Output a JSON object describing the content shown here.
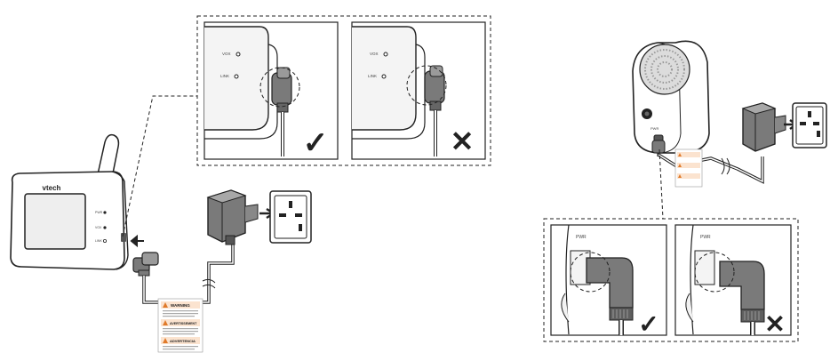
{
  "monitor": {
    "brand": "vtech",
    "indicators": [
      "PWR",
      "VOX",
      "LINK"
    ]
  },
  "camera": {
    "indicator": "PWR"
  },
  "inset_monitor": {
    "labels": [
      "VOX",
      "LINK"
    ],
    "correct_mark": "✓",
    "wrong_mark": "✕"
  },
  "inset_camera": {
    "label": "PWR",
    "correct_mark": "✓",
    "wrong_mark": "✕"
  },
  "warning_tag": {
    "lines": [
      "WARNING",
      "AVERTISSEMENT",
      "ADVERTENCIA"
    ]
  },
  "colors": {
    "line": "#222222",
    "plug_grey": "#7a7a7a",
    "panel_grey": "#f2f2f2",
    "warning_orange": "#e07a2a"
  }
}
